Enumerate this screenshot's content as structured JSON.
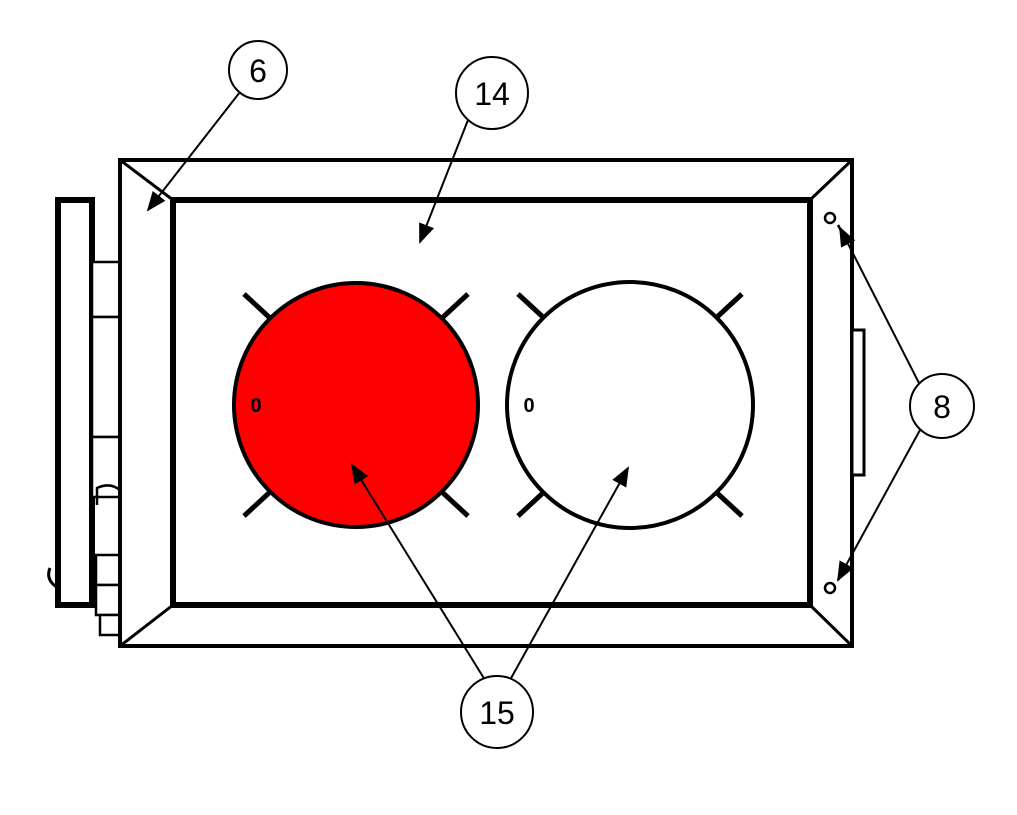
{
  "callouts": {
    "frame": "6",
    "panel": "14",
    "holes": "15",
    "hinges": "8"
  },
  "hole_marks": {
    "left": "0",
    "right": "0"
  },
  "colors": {
    "stroke": "#000000",
    "background": "#ffffff",
    "left_hole_fill": "#ff0000",
    "right_hole_fill": "#ffffff"
  }
}
